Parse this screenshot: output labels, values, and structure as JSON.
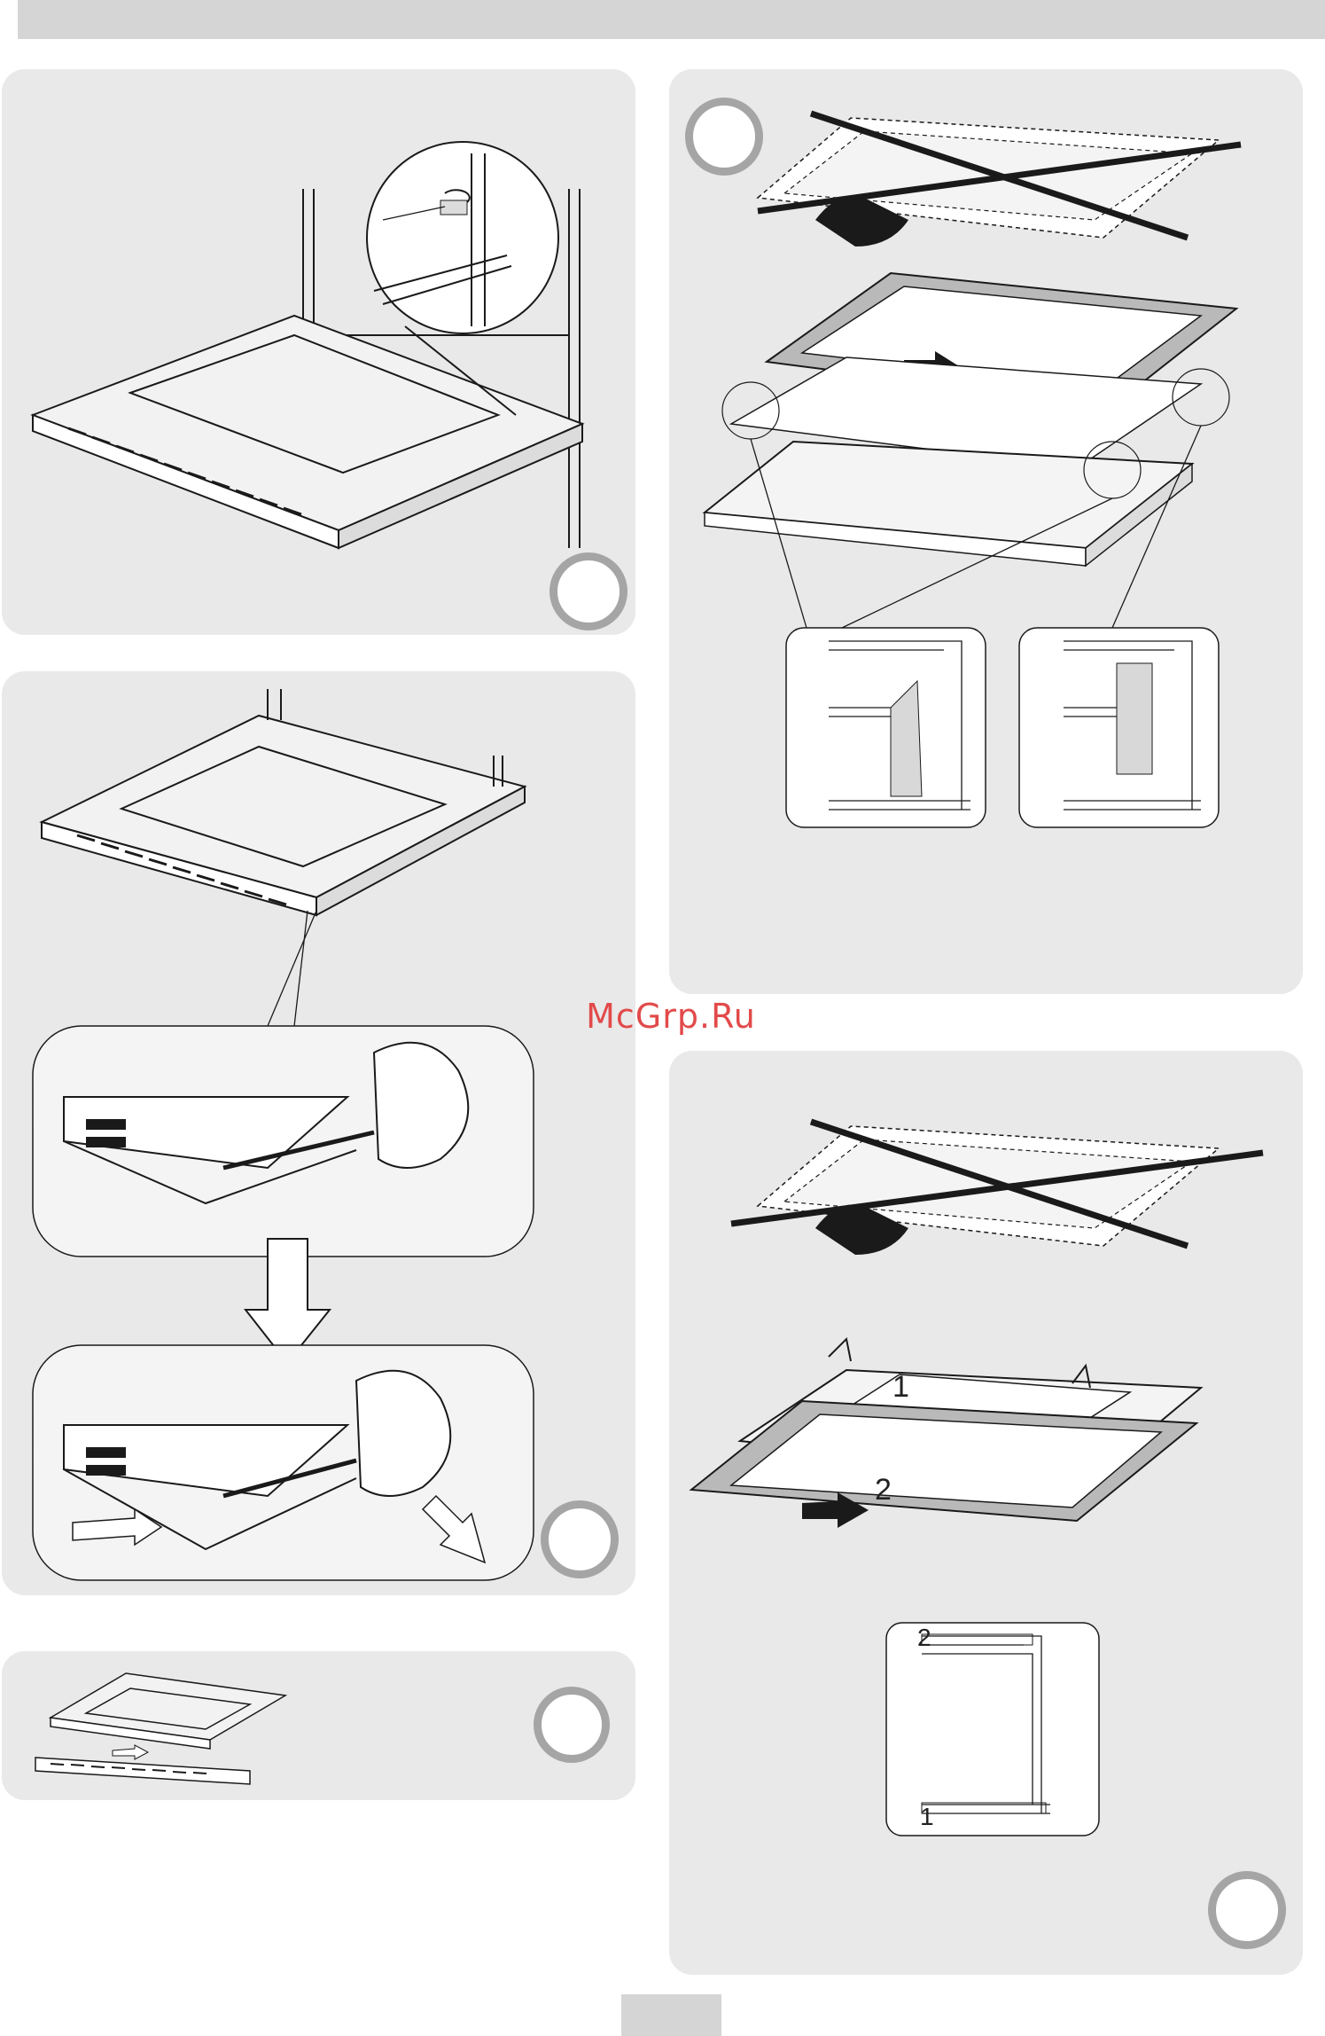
{
  "watermark": "McGrp.Ru",
  "labels": {
    "seq_top": "1",
    "seq_main": "2",
    "bracket_top": "2",
    "bracket_bottom": "1"
  },
  "colors": {
    "panel_bg": "#e9e9e9",
    "step_circle_ring": "#a5a5a5",
    "header_bar": "#d5d5d5",
    "watermark": "#e24a4a"
  },
  "icons": [
    "step-circle",
    "down-arrow-icon",
    "cross-out-icon",
    "screwdriver-hand-icon"
  ]
}
